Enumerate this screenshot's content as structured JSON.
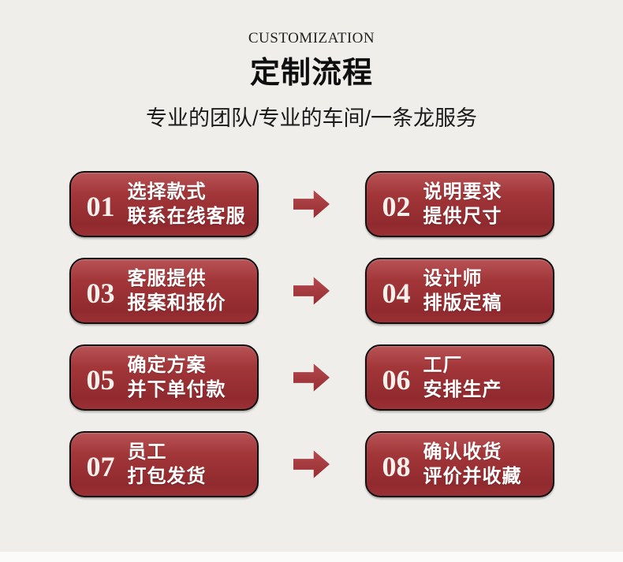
{
  "page": {
    "eyebrow": "CUSTOMIZATION",
    "title": "定制流程",
    "subtitle": "专业的团队/专业的车间/一条龙服务"
  },
  "colors": {
    "bg": "#efeeea",
    "card_top": "#b85355",
    "card_mid": "#a23639",
    "card_bottom": "#902a2e",
    "card_border": "#101010",
    "arrow_top": "#b44b4e",
    "arrow_bottom": "#962c30",
    "text_dark": "#1b1b1b",
    "text_light": "#ffffff"
  },
  "steps": [
    {
      "number": "01",
      "line1": "选择款式",
      "line2": "联系在线客服"
    },
    {
      "number": "02",
      "line1": "说明要求",
      "line2": "提供尺寸"
    },
    {
      "number": "03",
      "line1": "客服提供",
      "line2": "报案和报价"
    },
    {
      "number": "04",
      "line1": "设计师",
      "line2": "排版定稿"
    },
    {
      "number": "05",
      "line1": "确定方案",
      "line2": "并下单付款"
    },
    {
      "number": "06",
      "line1": "工厂",
      "line2": "安排生产"
    },
    {
      "number": "07",
      "line1": "员工",
      "line2": "打包发货"
    },
    {
      "number": "08",
      "line1": "确认收货",
      "line2": "评价并收藏"
    }
  ],
  "icons": {
    "arrow": "right-block-arrow"
  }
}
